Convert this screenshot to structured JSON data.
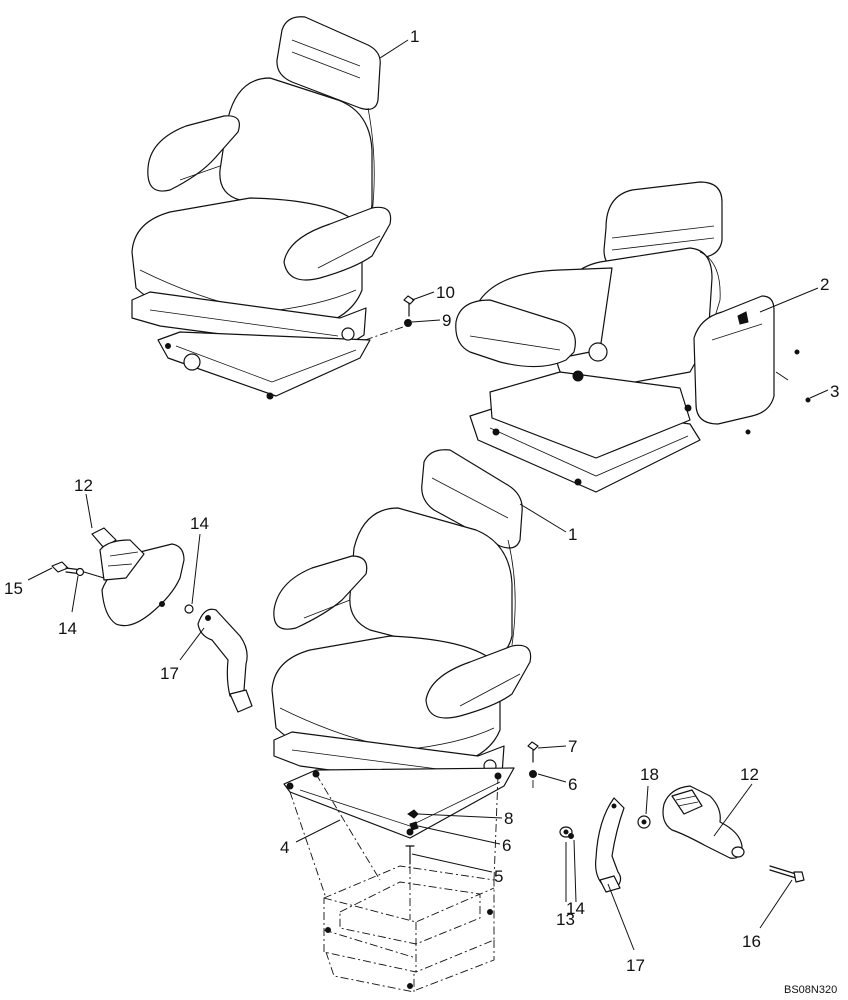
{
  "callouts": {
    "c1a": "1",
    "c1b": "1",
    "c2": "2",
    "c3": "3",
    "c4": "4",
    "c5": "5",
    "c6a": "6",
    "c6b": "6",
    "c7": "7",
    "c8": "8",
    "c9": "9",
    "c10": "10",
    "c12a": "12",
    "c12b": "12",
    "c13": "13",
    "c14a": "14",
    "c14b": "14",
    "c14c": "14",
    "c15": "15",
    "c16": "16",
    "c17a": "17",
    "c17b": "17",
    "c18": "18"
  },
  "drawing_code": "BS08N320",
  "parts": [
    "seat-assembly-top",
    "seat-assembly-rear",
    "seat-assembly-main",
    "seat-pedestal",
    "seatbelt-buckle-left",
    "seatbelt-strap-left",
    "seatbelt-buckle-right",
    "seatbelt-strap-right"
  ]
}
